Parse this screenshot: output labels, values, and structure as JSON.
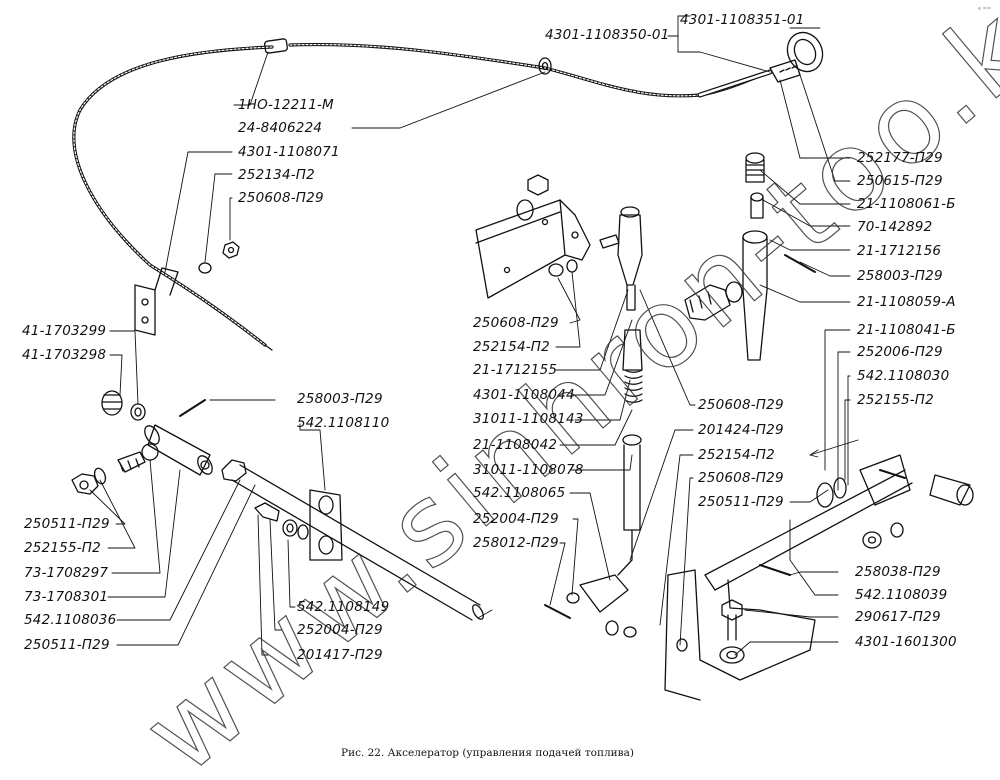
{
  "caption": "Рис. 22.  Акселератор (управления подачей топлива)",
  "watermark": "www.sinhron-too.kz",
  "corner_mark": "e  ==",
  "labels": {
    "l01": "1НО-12211-М",
    "l02": "24-8406224",
    "l03": "4301-1108071",
    "l04": "252134-П2",
    "l05": "250608-П29",
    "l06": "4301-1108350-01",
    "l07": "4301-1108351-01",
    "l08": "252177-П29",
    "l09": "250615-П29",
    "l10": "21-1108061-Б",
    "l11": "70-142892",
    "l12": "21-1712156",
    "l13": "258003-П29",
    "l14": "21-1108059-А",
    "l15": "21-1108041-Б",
    "l16": "252006-П29",
    "l17": "542.1108030",
    "l18": "252155-П2",
    "l19": "41-1703299",
    "l20": "41-1703298",
    "l21": "258003-П29",
    "l22": "542.1108110",
    "l23": "250608-П29",
    "l24": "252154-П2",
    "l25": "21-1712155",
    "l26": "4301-1108044",
    "l27": "31011-1108143",
    "l28": "21-1108042",
    "l29": "31011-1108078",
    "l30": "542.1108065",
    "l31": "252004-П29",
    "l32": "258012-П29",
    "l33": "250608-П29",
    "l34": "201424-П29",
    "l35": "252154-П2",
    "l36": "250608-П29",
    "l37": "250511-П29",
    "l38": "258038-П29",
    "l39": "542.1108039",
    "l40": "290617-П29",
    "l41": "4301-1601300",
    "l42": "250511-П29",
    "l43": "252155-П2",
    "l44": "73-1708297",
    "l45": "73-1708301",
    "l46": "542.1108036",
    "l47": "250511-П29",
    "l48": "542.1108149",
    "l49": "252004-П29",
    "l50": "201417-П29"
  }
}
